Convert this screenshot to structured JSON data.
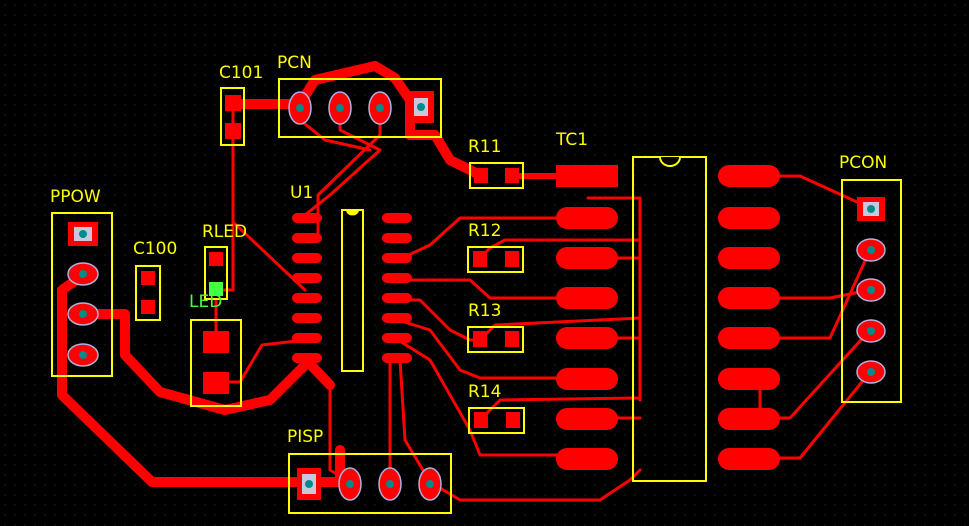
{
  "board": {
    "background": "#000000",
    "trace_color": "#ff0000",
    "silkscreen_color": "#ffff00",
    "highlight_color": "#44ff44",
    "pad_outline_color": "#b0b0e0",
    "drill_color": "#008b8b"
  },
  "components": {
    "c101": "C101",
    "pcn": "PCN",
    "u1": "U1",
    "r11": "R11",
    "tc1": "TC1",
    "pcon": "PCON",
    "ppow": "PPOW",
    "c100": "C100",
    "rled": "RLED",
    "led": "LED",
    "r12": "R12",
    "r13": "R13",
    "r14": "R14",
    "pisp": "PISP"
  }
}
